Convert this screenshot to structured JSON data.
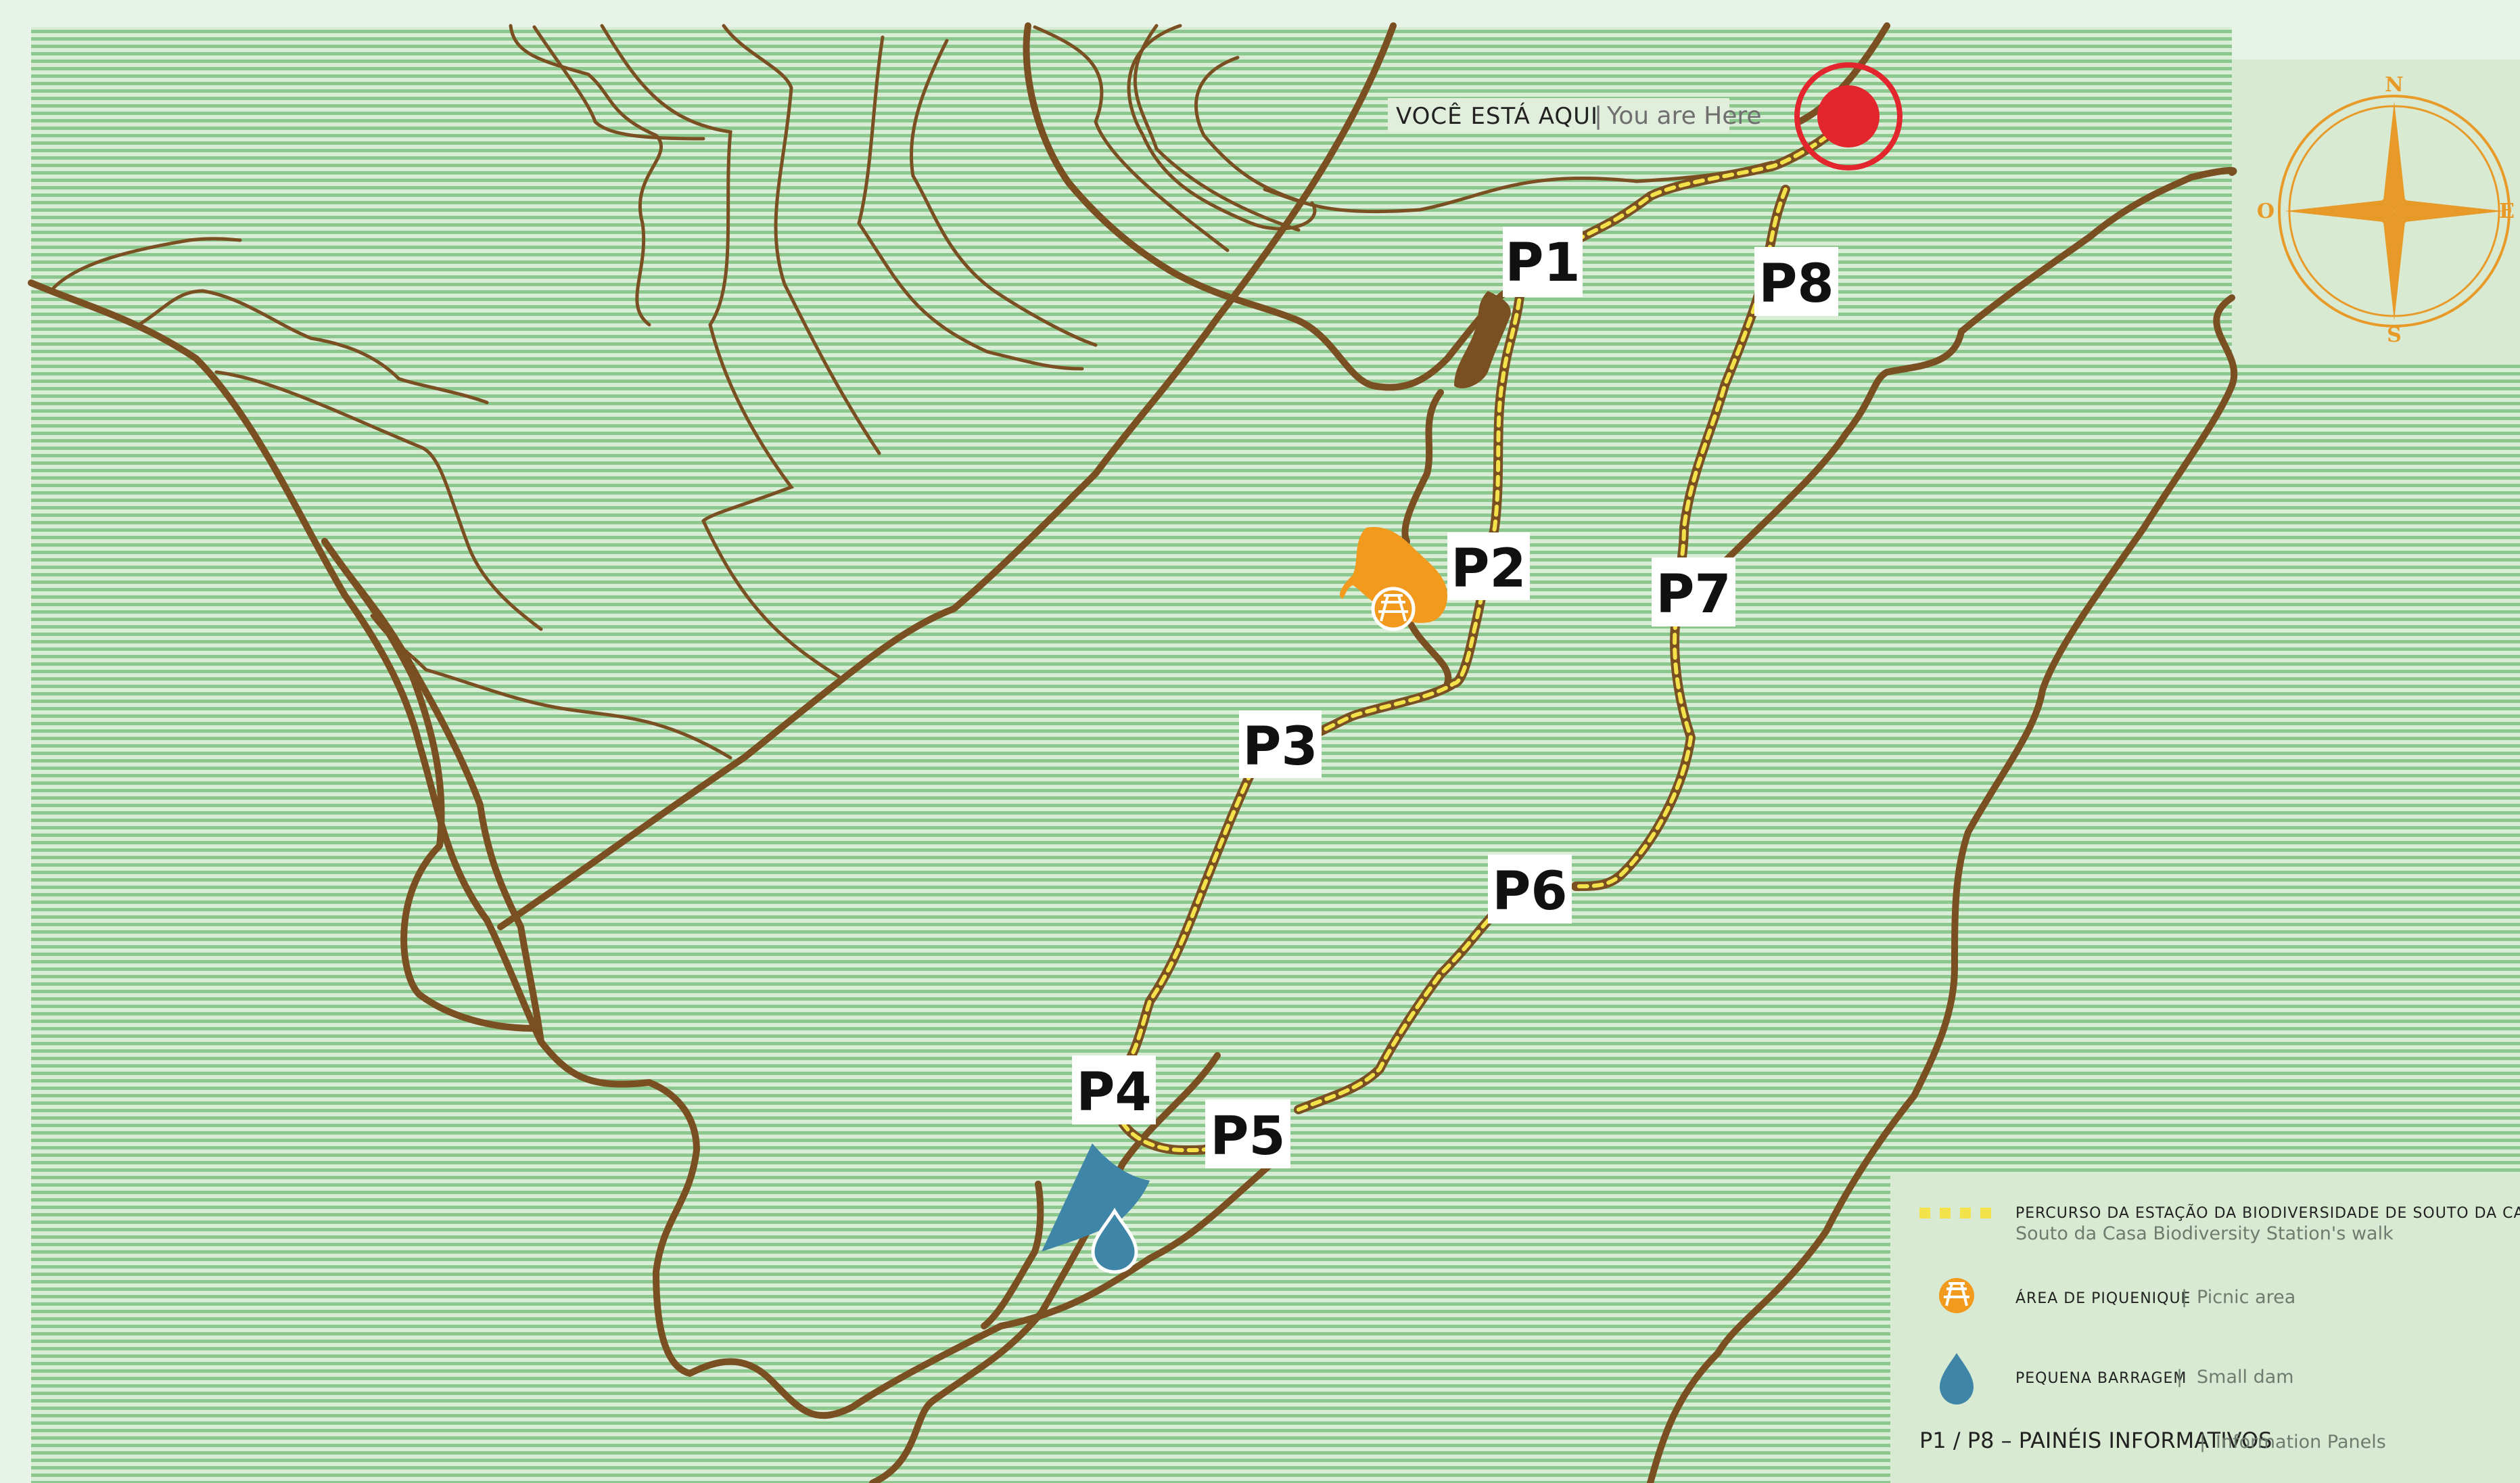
{
  "you_are_here": {
    "label_pt": "VOCÊ ESTÁ AQUI",
    "separator": "|",
    "label_en": "You are Here"
  },
  "panels": [
    {
      "label": "P1"
    },
    {
      "label": "P2"
    },
    {
      "label": "P3"
    },
    {
      "label": "P4"
    },
    {
      "label": "P5"
    },
    {
      "label": "P6"
    },
    {
      "label": "P7"
    },
    {
      "label": "P8"
    }
  ],
  "compass": {
    "n": "N",
    "s": "S",
    "e": "E",
    "w": "O"
  },
  "legend": {
    "walk_pt": "PERCURSO DA ESTAÇÃO DA BIODIVERSIDADE DE SOUTO DA CASA",
    "walk_en": "Souto da Casa Biodiversity Station's walk",
    "picnic_pt": "ÁREA DE PIQUENIQUE",
    "picnic_en": "Picnic area",
    "dam_pt": "PEQUENA BARRAGEM",
    "dam_en": "Small dam",
    "panels_pt": "P1 / P8 – PAINÉIS INFORMATIVOS",
    "panels_en": "Information Panels",
    "separator": "|"
  },
  "colors": {
    "background": "#e7f3e6",
    "field_stripe": "#8cc88e",
    "road": "#7a4f22",
    "trail_dash": "#f4e24a",
    "here_marker": "#e3262d",
    "picnic": "#f29a1d",
    "dam": "#3f85a8",
    "compass": "#e89a28",
    "label_box": "#ffffff"
  },
  "icons": {
    "you_are_here": "location-target-icon",
    "picnic": "picnic-table-icon",
    "dam": "water-drop-icon",
    "compass": "compass-rose-icon"
  }
}
